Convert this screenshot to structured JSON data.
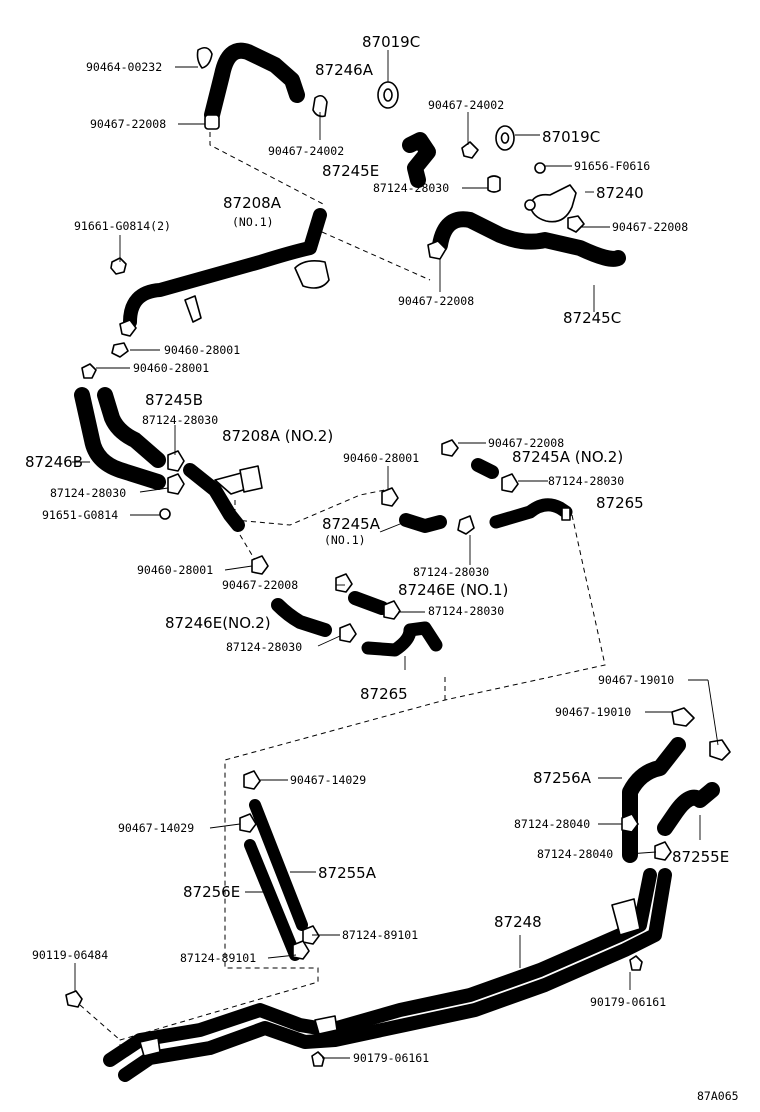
{
  "figure_code": "87A065",
  "labels": {
    "p90464_00232": "90464-00232",
    "p87246A": "87246A",
    "p87019C_top": "87019C",
    "p90467_22008_a": "90467-22008",
    "p90467_24002_a": "90467-24002",
    "p90467_24002_b": "90467-24002",
    "p87019C_b": "87019C",
    "p87245E": "87245E",
    "p91656_F0616": "91656-F0616",
    "p87124_28030_a": "87124-28030",
    "p87240": "87240",
    "p87208A": "87208A",
    "p87208A_no1": "(NO.1)",
    "p91661_G0814": "91661-G0814(2)",
    "p90467_22008_b": "90467-22008",
    "p90467_22008_c": "90467-22008",
    "p87245C": "87245C",
    "p90460_28001_a": "90460-28001",
    "p90460_28001_b": "90460-28001",
    "p87245B": "87245B",
    "p87124_28030_b": "87124-28030",
    "p87208A_no2": "87208A (NO.2)",
    "p90467_22008_d": "90467-22008",
    "p87246B": "87246B",
    "p90460_28001_c": "90460-28001",
    "p87245A_no2": "87245A (NO.2)",
    "p87124_28030_c": "87124-28030",
    "p87124_28030_d": "87124-28030",
    "p87265_a": "87265",
    "p91651_G0814": "91651-G0814",
    "p87245A_no1": "87245A",
    "p87245A_no1_sub": "(NO.1)",
    "p90460_28001_d": "90460-28001",
    "p87124_28030_e": "87124-28030",
    "p90467_22008_e": "90467-22008",
    "p87246E_no1": "87246E (NO.1)",
    "p87124_28030_f": "87124-28030",
    "p87246E_no2": "87246E(NO.2)",
    "p87124_28030_g": "87124-28030",
    "p87265_b": "87265",
    "p90467_19010_a": "90467-19010",
    "p90467_19010_b": "90467-19010",
    "p87256A": "87256A",
    "p90467_14029_a": "90467-14029",
    "p90467_14029_b": "90467-14029",
    "p87124_28040_a": "87124-28040",
    "p87124_28040_b": "87124-28040",
    "p87255E": "87255E",
    "p87255A": "87255A",
    "p87256E": "87256E",
    "p87248": "87248",
    "p90119_06484": "90119-06484",
    "p87124_89101_a": "87124-89101",
    "p87124_89101_b": "87124-89101",
    "p90179_06161_a": "90179-06161",
    "p90179_06161_b": "90179-06161"
  }
}
